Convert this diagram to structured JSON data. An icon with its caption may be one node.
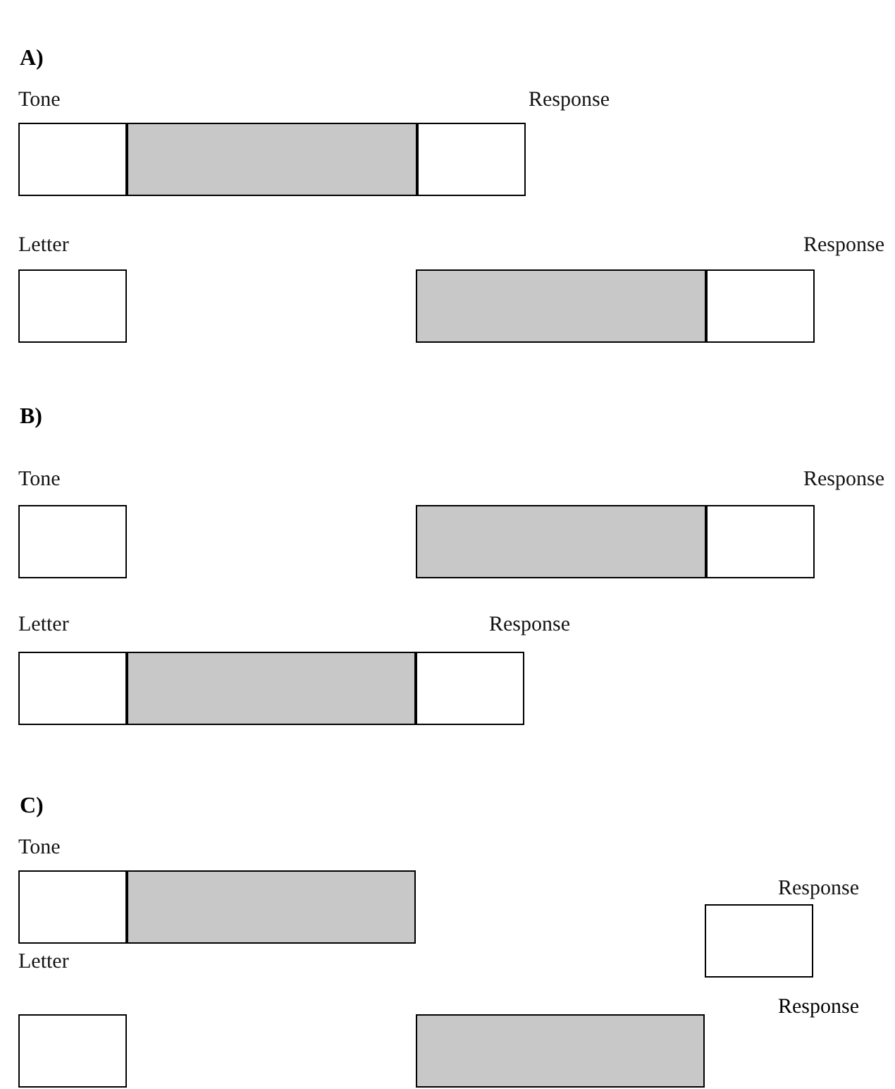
{
  "diagram": {
    "nodes": [
      {
        "text": [
          "Tone"
        ]
      },
      {
        "text": [],
        "shape": "box"
      },
      {
        "text": [
          "Response"
        ]
      },
      {
        "text": [
          "Letter"
        ]
      },
      {
        "text": [],
        "shape": "box"
      },
      {
        "text": [
          "Response"
        ]
      },
      {
        "text": [
          "Tone"
        ]
      },
      {
        "text": [],
        "shape": "box"
      },
      {
        "text": [
          "Response"
        ]
      },
      {
        "text": [
          "Letter"
        ]
      },
      {
        "text": [],
        "shape": "box"
      },
      {
        "text": [
          "Response"
        ]
      },
      {
        "text": [
          "Tone"
        ]
      },
      {
        "text": [],
        "shape": "box"
      },
      {
        "text": [
          "Response"
        ]
      },
      {
        "text": [
          "Letter"
        ]
      },
      {
        "text": [],
        "shape": "box"
      }
    ],
    "labels": [
      "A)",
      "B)",
      "C)",
      "Response"
    ]
  }
}
